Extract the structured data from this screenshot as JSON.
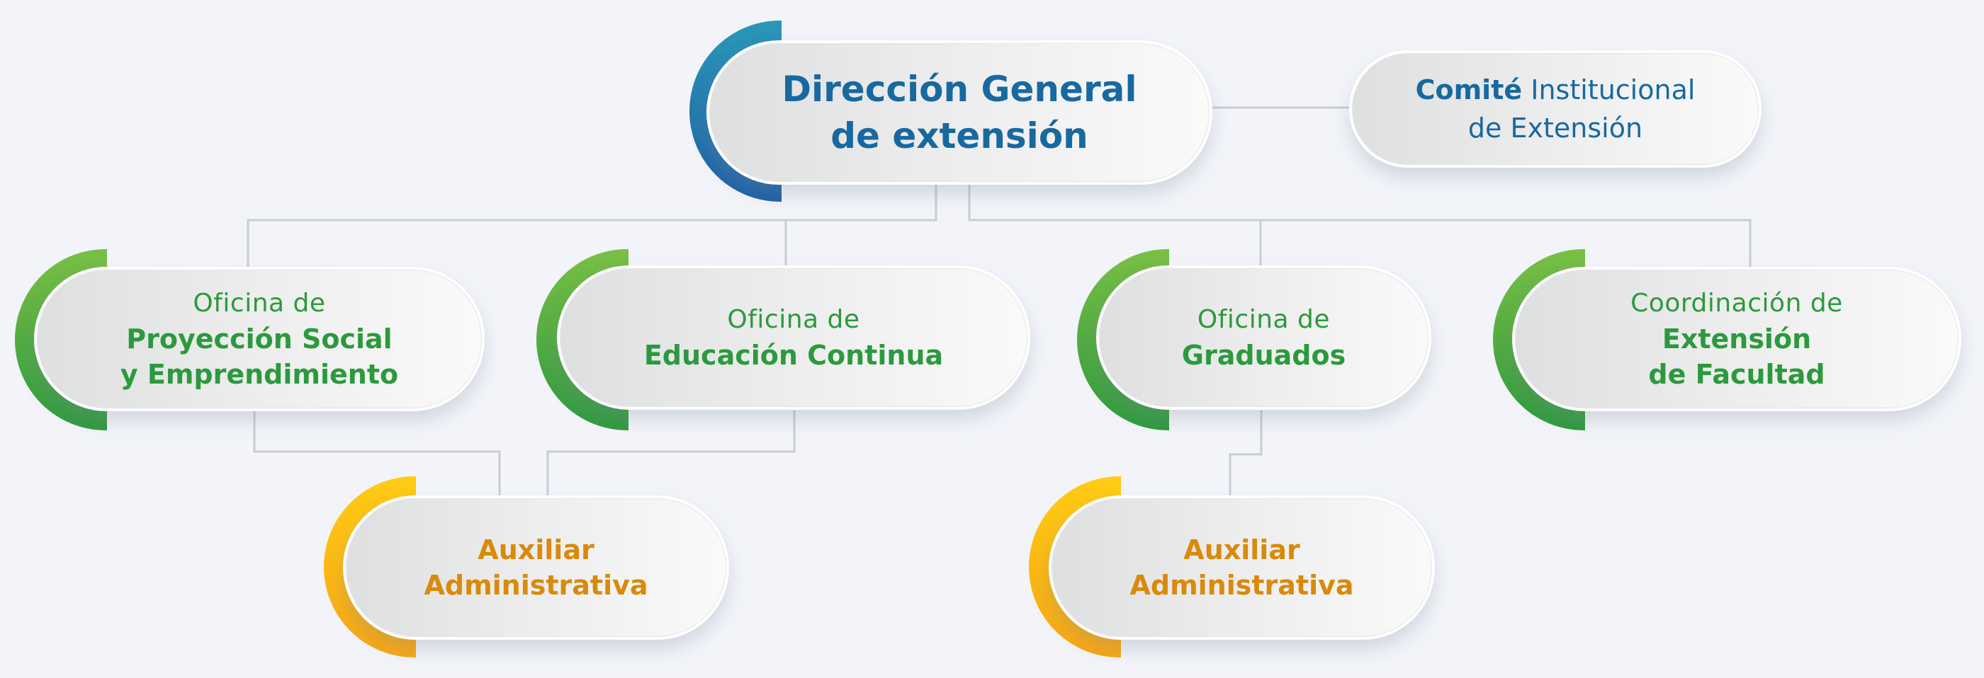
{
  "colors": {
    "blue": "#1769a0",
    "green": "#2b9a3d",
    "orange": "#d98a0a",
    "connector": "#c9ccd2",
    "background": "#f2f4f9"
  },
  "main": {
    "line1": "Dirección General",
    "line2": "de extensión"
  },
  "comite": {
    "bold": "Comité",
    "light1": "Institucional",
    "light2": "de Extensión"
  },
  "offices": [
    {
      "light": "Oficina de",
      "bold1": "Proyección Social",
      "bold2": "y Emprendimiento"
    },
    {
      "light": "Oficina de",
      "bold1": "Educación Continua",
      "bold2": ""
    },
    {
      "light": "Oficina de",
      "bold1": "Graduados",
      "bold2": ""
    },
    {
      "light": "Coordinación de",
      "bold1": "Extensión",
      "bold2": "de Facultad"
    }
  ],
  "auxiliaries": [
    {
      "line1": "Auxiliar",
      "line2": "Administrativa"
    },
    {
      "line1": "Auxiliar",
      "line2": "Administrativa"
    }
  ]
}
